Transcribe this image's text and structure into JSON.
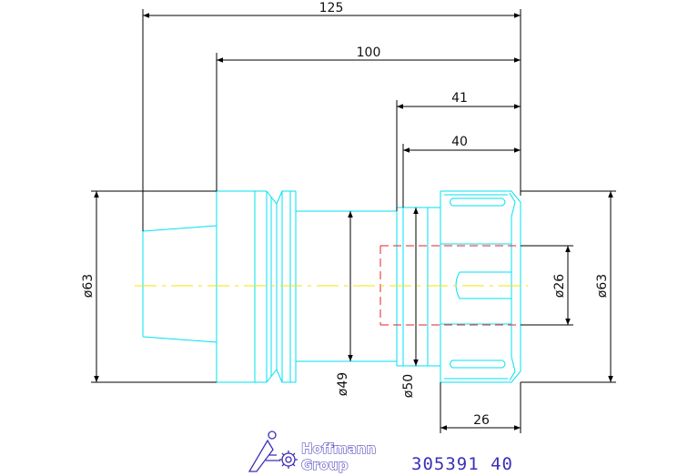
{
  "dimensions": {
    "overall_length": "125",
    "shank_length": "100",
    "nose_length_outer": "41",
    "nose_length_inner": "40",
    "nut_length": "26",
    "flange_diameter": "ø63",
    "nut_diameter": "ø63",
    "neck_diameter": "ø49",
    "collet_seat_diameter": "ø50",
    "bore_diameter": "ø26"
  },
  "logo": {
    "line1": "Hoffmann",
    "line2": "Group"
  },
  "part_number": "305391 40",
  "colors": {
    "part_outline": "#00e0f0",
    "dimension_lines": "#000000",
    "hidden_lines": "#e8202a",
    "center_line": "#f2e600",
    "brand": "#3c2fb8"
  }
}
